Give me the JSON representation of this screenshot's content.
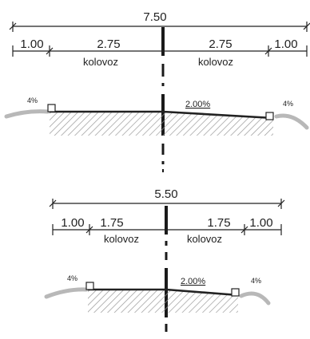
{
  "colors": {
    "ink": "#222222",
    "hatch": "#9a9a9a",
    "verge": "#b8b8b8"
  },
  "sections": [
    {
      "total_width": "7.50",
      "shoulder_left": "1.00",
      "lane_left": "2.75",
      "lane_right": "2.75",
      "shoulder_right": "1.00",
      "lane_label_left": "kolovoz",
      "lane_label_right": "kolovoz",
      "slope_left": "4%",
      "slope_right": "4%",
      "cross_slope": "2.00%"
    },
    {
      "total_width": "5.50",
      "shoulder_left": "1.00",
      "lane_left": "1.75",
      "lane_right": "1.75",
      "shoulder_right": "1.00",
      "lane_label_left": "kolovoz",
      "lane_label_right": "kolovoz",
      "slope_left": "4%",
      "slope_right": "4%",
      "cross_slope": "2.00%"
    }
  ]
}
